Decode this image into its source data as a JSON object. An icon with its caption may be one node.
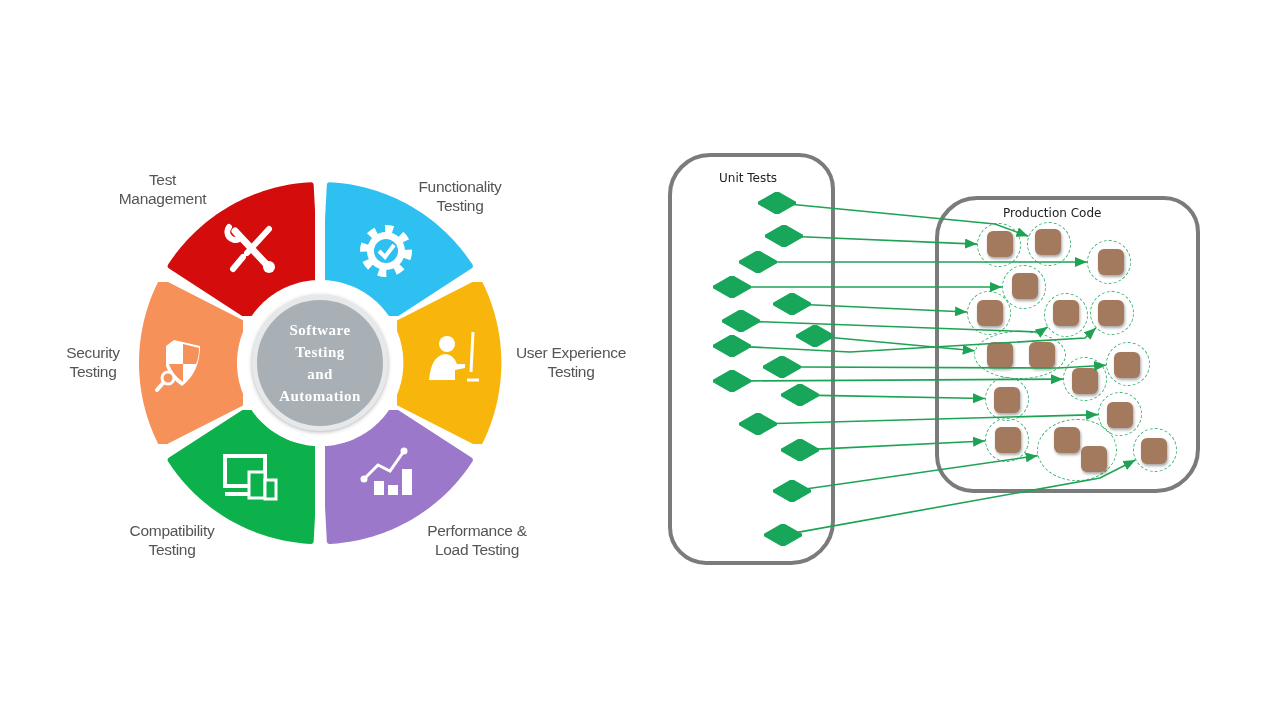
{
  "diagram": {
    "nodes": [
      {
        "text": [
          "Test Management"
        ]
      },
      {
        "text": [
          "Functionality Testing"
        ]
      },
      {
        "text": [
          "Security Testing"
        ]
      },
      {
        "text": [
          "Software Testing and Automation"
        ]
      },
      {
        "text": [
          "User Experience Testing"
        ]
      },
      {
        "text": [
          "Compatibility Testing"
        ]
      },
      {
        "text": [
          "Performance & Load Testing"
        ]
      },
      {
        "text": [
          "Unit Tests"
        ]
      },
      {
        "text": [],
        "shape": "diamond",
        "in": 7
      },
      {
        "text": [],
        "shape": "diamond",
        "in": 7
      },
      {
        "text": [],
        "shape": "diamond",
        "in": 7
      },
      {
        "text": [],
        "shape": "diamond",
        "in": 7
      },
      {
        "text": [],
        "shape": "diamond",
        "in": 7
      },
      {
        "text": [],
        "shape": "diamond",
        "in": 7
      },
      {
        "text": [],
        "shape": "diamond",
        "in": 7
      },
      {
        "text": [],
        "shape": "diamond",
        "in": 7
      },
      {
        "text": [],
        "shape": "diamond",
        "in": 7
      },
      {
        "text": [],
        "shape": "diamond",
        "in": 7
      },
      {
        "text": [],
        "shape": "diamond",
        "in": 7
      },
      {
        "text": [],
        "shape": "diamond",
        "in": 7
      },
      {
        "text": [],
        "shape": "diamond",
        "in": 7
      },
      {
        "text": [],
        "shape": "diamond",
        "in": 7
      },
      {
        "text": [],
        "shape": "diamond",
        "in": 7
      },
      {
        "text": [
          "Production Code"
        ]
      },
      {
        "text": [],
        "shape": "circle",
        "in": 23
      },
      {
        "text": [],
        "shape": "box",
        "in": 24
      },
      {
        "text": [],
        "shape": "circle",
        "in": 23
      },
      {
        "text": [],
        "shape": "box",
        "in": 26
      },
      {
        "text": [],
        "shape": "circle",
        "in": 23
      },
      {
        "text": [],
        "shape": "box",
        "in": 28
      },
      {
        "text": [],
        "shape": "circle",
        "in": 23
      },
      {
        "text": [],
        "shape": "box",
        "in": 30
      },
      {
        "text": [],
        "shape": "circle",
        "in": 23
      },
      {
        "text": [],
        "shape": "box",
        "in": 32
      },
      {
        "text": [],
        "shape": "circle",
        "in": 23
      },
      {
        "text": [],
        "shape": "box",
        "in": 34
      },
      {
        "text": [],
        "shape": "circle",
        "in": 23
      },
      {
        "text": [],
        "shape": "box",
        "in": 36
      },
      {
        "text": [],
        "shape": "circle",
        "in": 23
      },
      {
        "text": [],
        "shape": "box",
        "in": 38
      },
      {
        "text": [],
        "shape": "box",
        "in": 38
      },
      {
        "text": [],
        "shape": "circle",
        "in": 23
      },
      {
        "text": [],
        "shape": "box",
        "in": 41
      },
      {
        "text": [],
        "shape": "circle",
        "in": 23
      },
      {
        "text": [],
        "shape": "box",
        "in": 43
      },
      {
        "text": [],
        "shape": "circle",
        "in": 23
      },
      {
        "text": [],
        "shape": "box",
        "in": 45
      },
      {
        "text": [],
        "shape": "circle",
        "in": 23
      },
      {
        "text": [],
        "shape": "box",
        "in": 47
      },
      {
        "text": [],
        "shape": "circle",
        "in": 23
      },
      {
        "text": [],
        "shape": "box",
        "in": 49
      },
      {
        "text": [],
        "shape": "circle",
        "in": 23
      },
      {
        "text": [],
        "shape": "box",
        "in": 51
      },
      {
        "text": [],
        "shape": "box",
        "in": 51
      },
      {
        "text": [],
        "shape": "circle",
        "in": 23
      },
      {
        "text": [],
        "shape": "box",
        "in": 54
      }
    ],
    "edges": [
      {
        "from": 8,
        "to": 26,
        "arrow": "to"
      },
      {
        "from": 9,
        "to": 24,
        "arrow": "to"
      },
      {
        "from": 10,
        "to": 28,
        "arrow": "to"
      },
      {
        "from": 11,
        "to": 30,
        "arrow": "to"
      },
      {
        "from": 12,
        "to": 32,
        "arrow": "to"
      },
      {
        "from": 13,
        "to": 34,
        "arrow": "to"
      },
      {
        "from": 14,
        "to": 36,
        "arrow": "to"
      },
      {
        "from": 15,
        "to": 38,
        "arrow": "to"
      },
      {
        "from": 16,
        "to": 43,
        "arrow": "to"
      },
      {
        "from": 17,
        "to": 41,
        "arrow": "to"
      },
      {
        "from": 18,
        "to": 45,
        "arrow": "to"
      },
      {
        "from": 19,
        "to": 47,
        "arrow": "to"
      },
      {
        "from": 20,
        "to": 49,
        "arrow": "to"
      },
      {
        "from": 21,
        "to": 51,
        "arrow": "to"
      },
      {
        "from": 22,
        "to": 54,
        "arrow": "to"
      }
    ]
  }
}
